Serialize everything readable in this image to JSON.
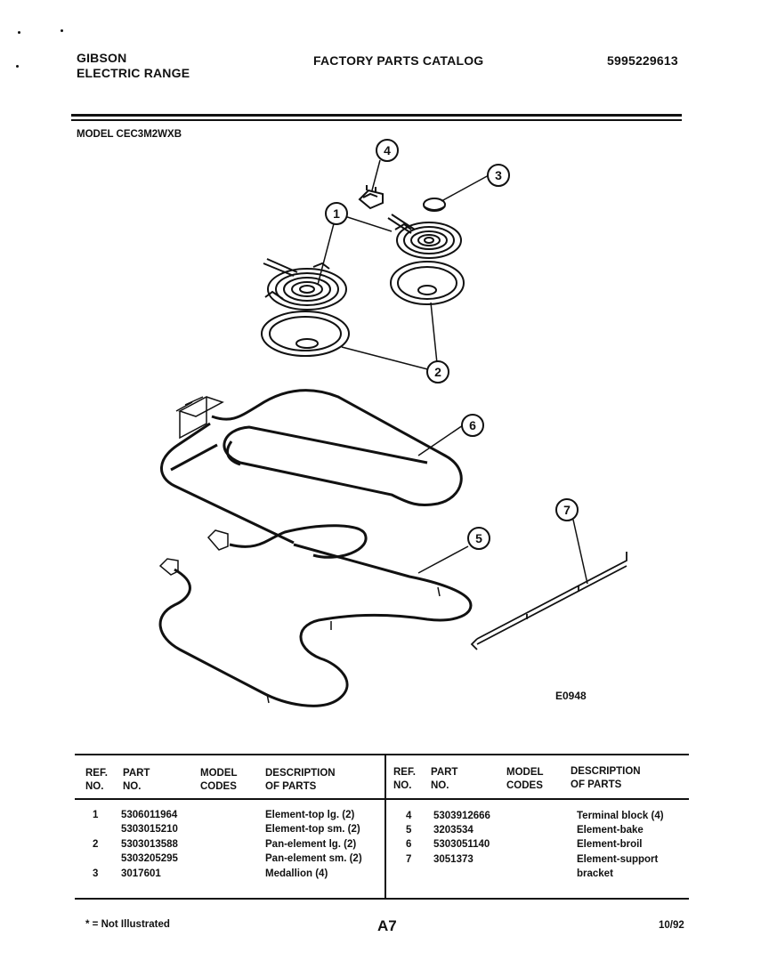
{
  "header": {
    "brand_line1": "GIBSON",
    "brand_line2": "ELECTRIC RANGE",
    "catalog_title": "FACTORY PARTS CATALOG",
    "catalog_number": "5995229613",
    "model_label": "MODEL CEC3M2WXB"
  },
  "diagram": {
    "callouts": [
      "1",
      "2",
      "3",
      "4",
      "5",
      "6",
      "7"
    ],
    "drawing_code": "E0948"
  },
  "table": {
    "headers": {
      "ref_line1": "REF.",
      "ref_line2": "NO.",
      "part_line1": "PART",
      "part_line2": "NO.",
      "model_line1": "MODEL",
      "model_line2": "CODES",
      "desc_line1": "DESCRIPTION",
      "desc_line2": "OF PARTS"
    },
    "left_rows": [
      {
        "ref": "1",
        "part": "5306011964",
        "desc": "Element-top lg. (2)"
      },
      {
        "ref": "",
        "part": "5303015210",
        "desc": "Element-top sm. (2)"
      },
      {
        "ref": "2",
        "part": "5303013588",
        "desc": "Pan-element lg. (2)"
      },
      {
        "ref": "",
        "part": "5303205295",
        "desc": "Pan-element sm. (2)"
      },
      {
        "ref": "3",
        "part": "3017601",
        "desc": "Medallion (4)"
      }
    ],
    "right_rows": [
      {
        "ref": "4",
        "part": "5303912666",
        "desc": "Terminal block (4)"
      },
      {
        "ref": "5",
        "part": "3203534",
        "desc": "Element-bake"
      },
      {
        "ref": "6",
        "part": "5303051140",
        "desc": "Element-broil"
      },
      {
        "ref": "7",
        "part": "3051373",
        "desc": "Element-support"
      },
      {
        "ref": "",
        "part": "",
        "desc": "bracket"
      }
    ]
  },
  "footer": {
    "note": "* = Not Illustrated",
    "page": "A7",
    "date": "10/92"
  }
}
